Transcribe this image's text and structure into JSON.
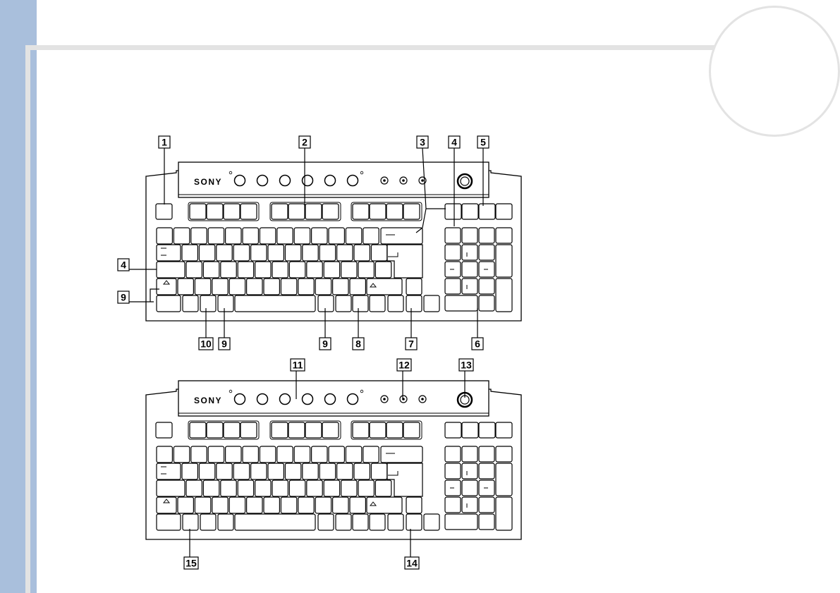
{
  "page": {
    "accent_color": "#a9bfdc",
    "rule_color": "#e3e3e3"
  },
  "brand": "SONY",
  "callouts_top": [
    {
      "id": "c1",
      "label": "1"
    },
    {
      "id": "c2",
      "label": "2"
    },
    {
      "id": "c3",
      "label": "3"
    },
    {
      "id": "c4a",
      "label": "4"
    },
    {
      "id": "c5",
      "label": "5"
    },
    {
      "id": "c4b",
      "label": "4"
    },
    {
      "id": "c9a",
      "label": "9"
    },
    {
      "id": "c10",
      "label": "10"
    },
    {
      "id": "c9b",
      "label": "9"
    },
    {
      "id": "c9c",
      "label": "9"
    },
    {
      "id": "c8",
      "label": "8"
    },
    {
      "id": "c7",
      "label": "7"
    },
    {
      "id": "c6",
      "label": "6"
    }
  ],
  "callouts_bottom": [
    {
      "id": "c11",
      "label": "11"
    },
    {
      "id": "c12",
      "label": "12"
    },
    {
      "id": "c13",
      "label": "13"
    },
    {
      "id": "c15",
      "label": "15"
    },
    {
      "id": "c14",
      "label": "14"
    }
  ]
}
